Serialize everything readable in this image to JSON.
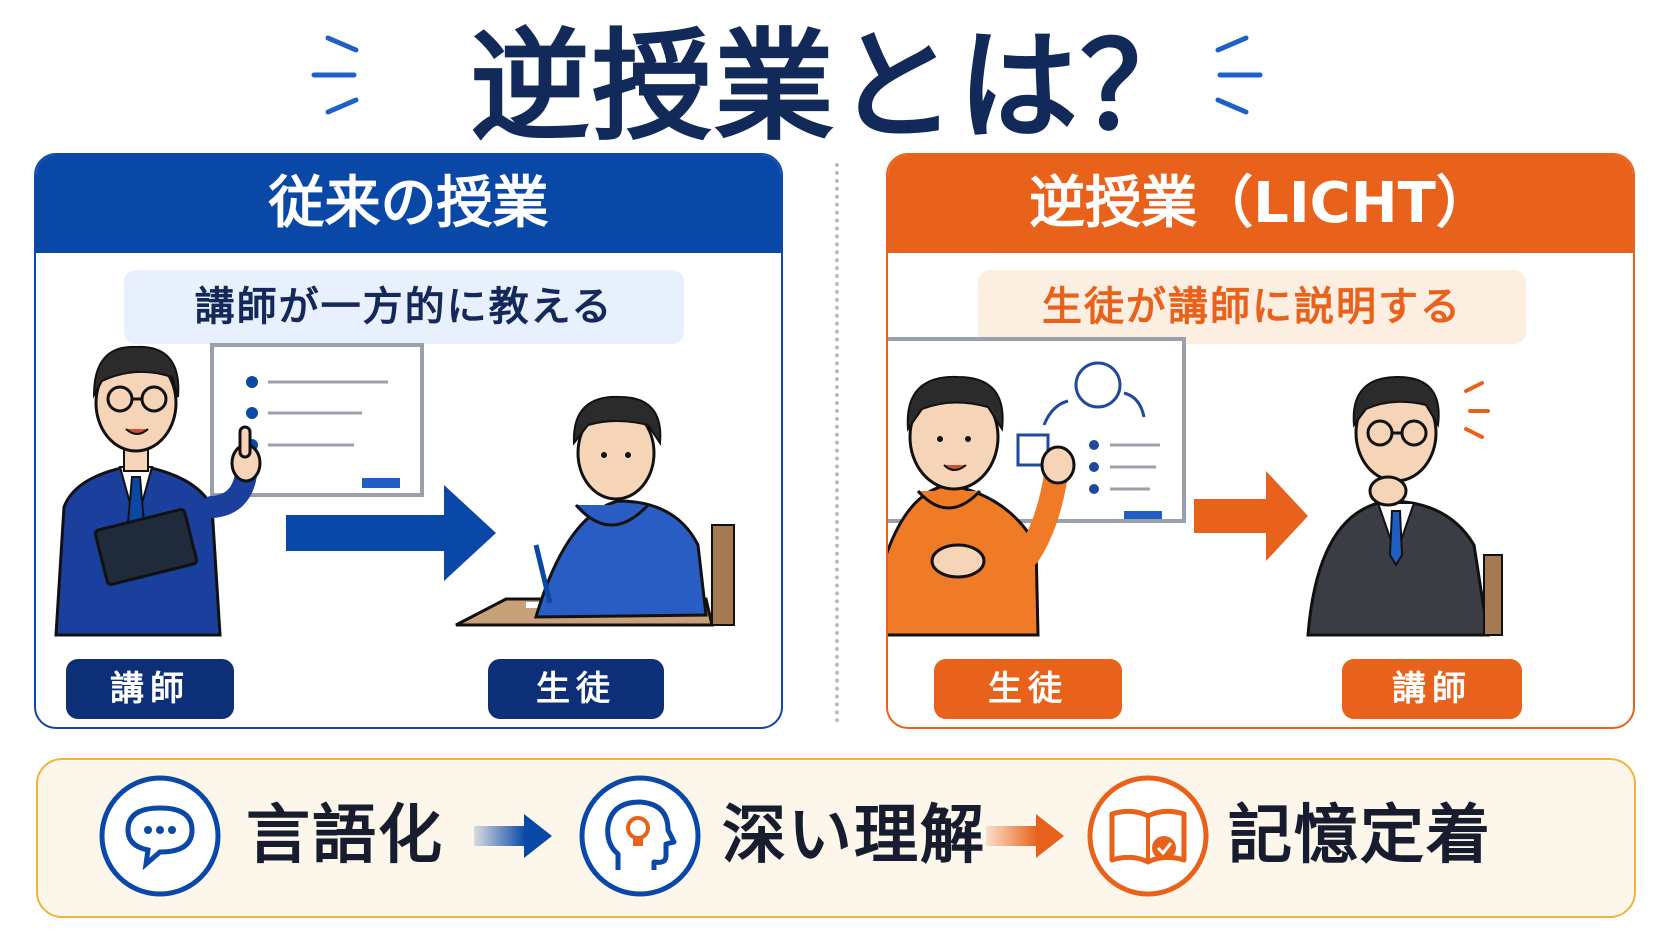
{
  "title": "逆授業とは？",
  "traditional": {
    "header": "従来の授業",
    "caption": "講師が一方的に教える",
    "left_badge": "講師",
    "right_badge": "生徒"
  },
  "reverse": {
    "header": "逆授業（LICHT）",
    "caption": "生徒が講師に説明する",
    "left_badge": "生徒",
    "right_badge": "講師"
  },
  "flow": {
    "steps": [
      "言語化",
      "深い理解",
      "記憶定着"
    ],
    "icons": [
      "speech-bubble-icon",
      "head-lightbulb-icon",
      "open-book-check-icon"
    ]
  },
  "colors": {
    "navy": "#112a59",
    "blue": "#0a48a8",
    "orange": "#e8621b",
    "gold": "#f0b53b"
  }
}
